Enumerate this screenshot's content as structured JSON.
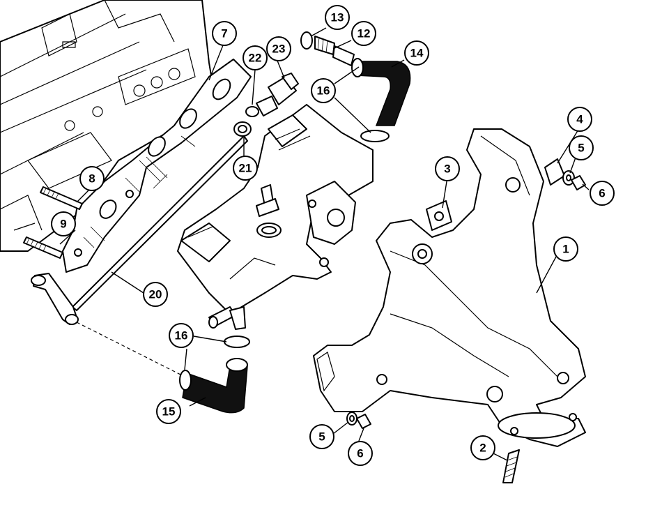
{
  "diagram": {
    "parts": [
      {
        "key": "p1",
        "label": "1"
      },
      {
        "key": "p2",
        "label": "2"
      },
      {
        "key": "p3",
        "label": "3"
      },
      {
        "key": "p4",
        "label": "4"
      },
      {
        "key": "p5a",
        "label": "5"
      },
      {
        "key": "p5b",
        "label": "5"
      },
      {
        "key": "p6a",
        "label": "6"
      },
      {
        "key": "p6b",
        "label": "6"
      },
      {
        "key": "p7",
        "label": "7"
      },
      {
        "key": "p8",
        "label": "8"
      },
      {
        "key": "p9",
        "label": "9"
      },
      {
        "key": "p12",
        "label": "12"
      },
      {
        "key": "p13",
        "label": "13"
      },
      {
        "key": "p14",
        "label": "14"
      },
      {
        "key": "p15",
        "label": "15"
      },
      {
        "key": "p16a",
        "label": "16"
      },
      {
        "key": "p16b",
        "label": "16"
      },
      {
        "key": "p20",
        "label": "20"
      },
      {
        "key": "p21",
        "label": "21"
      },
      {
        "key": "p22",
        "label": "22"
      },
      {
        "key": "p23",
        "label": "23"
      }
    ]
  }
}
